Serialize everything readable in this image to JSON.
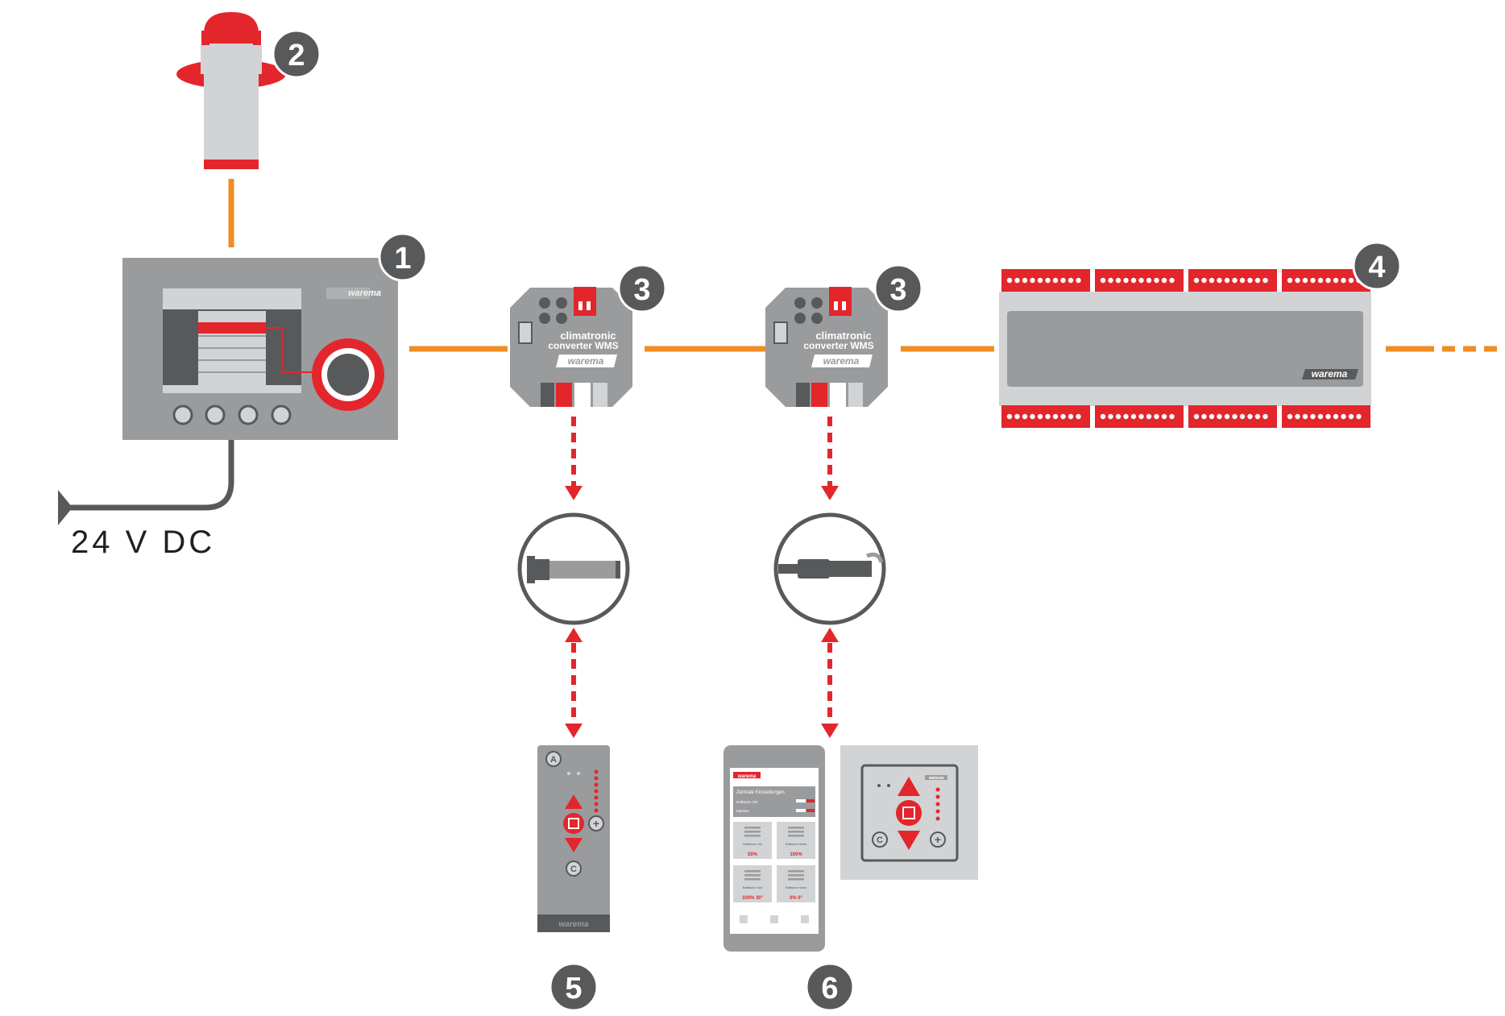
{
  "colors": {
    "bus": "#f08c24",
    "radio": "#e3262b",
    "device_gray": "#9a9b9d",
    "device_light": "#d2d3d5",
    "dark": "#58595b",
    "red": "#e3262b"
  },
  "power": {
    "label": "24 V DC"
  },
  "badges": [
    "1",
    "2",
    "3",
    "3",
    "4",
    "5",
    "6"
  ],
  "controller": {
    "brand": "warema"
  },
  "sensor": {
    "icon": "weather-sensor-icon"
  },
  "converter_1": {
    "line1": "climatronic",
    "line2": "converter WMS",
    "brand": "warema"
  },
  "converter_2": {
    "line1": "climatronic",
    "line2": "converter WMS",
    "brand": "warema"
  },
  "extension": {
    "brand": "warema"
  },
  "remote": {
    "button_a": "A",
    "button_c": "C",
    "button_plus": "+",
    "brand": "warema"
  },
  "phone": {
    "brand": "warema",
    "title": "Zentrale Einstellungen",
    "row1": "Raffstore Ost",
    "row2": "Markise",
    "tile1_name": "Raffstore Ost",
    "tile1_value": "50%",
    "tile2_name": "Raffstore West",
    "tile2_value": "100%",
    "tile3_name": "Raffstore Süd",
    "tile3_value": "100% 30°",
    "tile4_name": "Raffstore West",
    "tile4_value": "0% 0°"
  },
  "wall_switch": {
    "button_c": "C",
    "button_plus": "+",
    "brand": "warema"
  },
  "motors": [
    "tubular-motor-icon",
    "linear-actuator-icon"
  ]
}
